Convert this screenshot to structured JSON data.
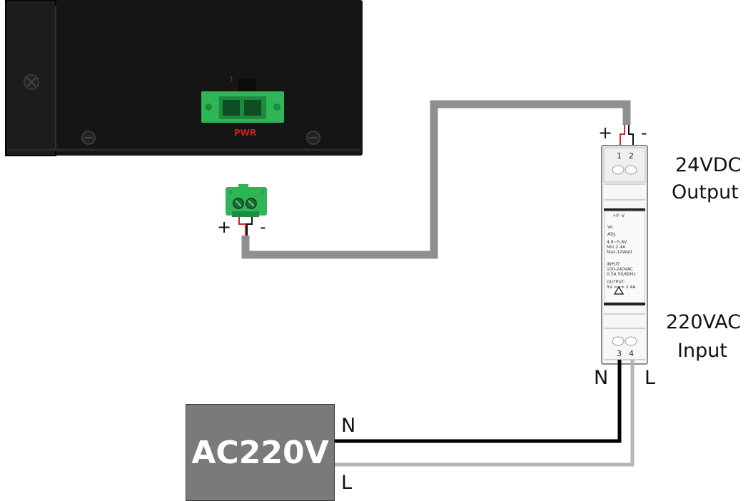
{
  "device": {
    "power_port_label": "PWR"
  },
  "terminal_block": {
    "plus": "+",
    "minus": "-"
  },
  "psu": {
    "output_terminals": [
      "1",
      "2"
    ],
    "input_terminals": [
      "3",
      "4"
    ],
    "output_plus": "+",
    "output_minus": "-",
    "output_label_line1": "24VDC",
    "output_label_line2": "Output",
    "input_label_line1": "220VAC",
    "input_label_line2": "Input",
    "input_n": "N",
    "input_l": "L",
    "sticker_lines": [
      "+V  -V",
      "Vo",
      "ADJ.",
      "4.8~5.8V",
      "Min.2.4A",
      "Max.12Watt",
      "INPUT:",
      "100-240VAC",
      "0.5A  50/60Hz",
      "OUTPUT:",
      "5V  === 2.4A"
    ]
  },
  "ac_source": {
    "label": "AC220V",
    "n_label": "N",
    "l_label": "L"
  },
  "colors": {
    "cable_gray": "#8f8f8f",
    "wire_black": "#000000",
    "wire_gray": "#b5b5b5",
    "connector_green": "#2fb457",
    "device_black": "#151515",
    "plus_wire_red": "#d42020",
    "pwr_text_red": "#c81e1e"
  }
}
